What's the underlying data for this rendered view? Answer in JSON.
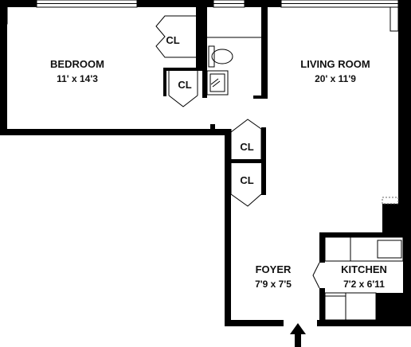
{
  "rooms": {
    "bedroom": {
      "name": "BEDROOM",
      "dims": "11' x 14'3"
    },
    "living": {
      "name": "LIVING ROOM",
      "dims": "20' x 11'9"
    },
    "foyer": {
      "name": "FOYER",
      "dims": "7'9 x 7'5"
    },
    "kitchen": {
      "name": "KITCHEN",
      "dims": "7'2 x 6'11"
    }
  },
  "closets": {
    "bedroom_closet_1": "CL",
    "bedroom_closet_2": "CL",
    "hall_closet_1": "CL",
    "hall_closet_2": "CL"
  },
  "colors": {
    "wall": "#000000",
    "background": "#ffffff"
  },
  "icons": [
    "toilet-icon",
    "sink-icon",
    "entrance-arrow-icon",
    "window",
    "door"
  ]
}
